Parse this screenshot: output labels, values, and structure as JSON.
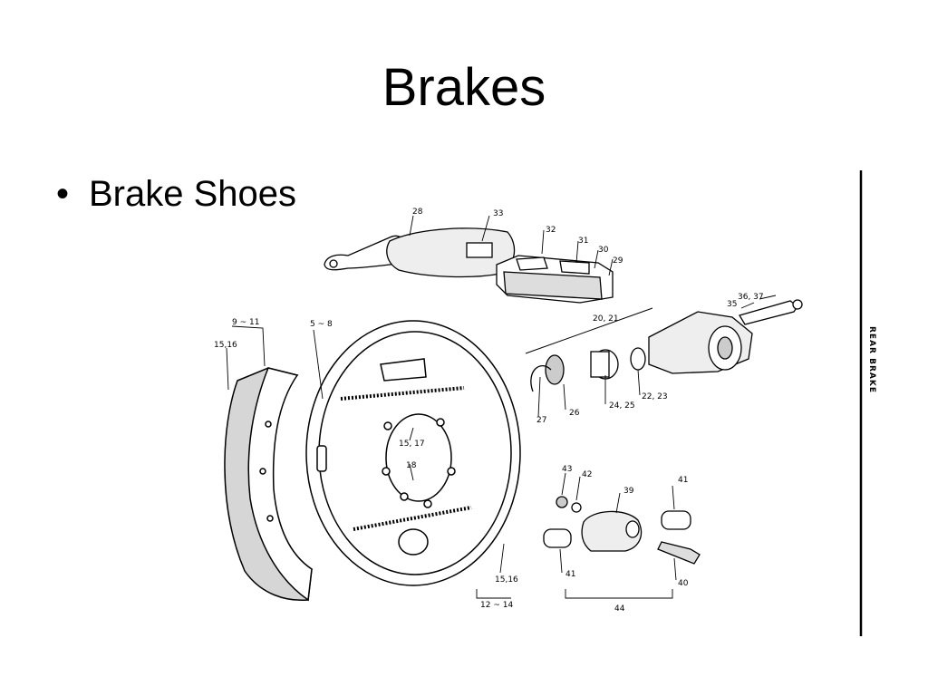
{
  "slide": {
    "title": "Brakes",
    "bullets": [
      {
        "bullet_char": "•",
        "text": "Brake Shoes"
      }
    ]
  },
  "figure": {
    "side_label": "REAR BRAKE",
    "callouts": {
      "c28": "28",
      "c33": "33",
      "c32": "32",
      "c31": "31",
      "c30": "30",
      "c29": "29",
      "c20_21": "20, 21",
      "c35": "35",
      "c36_37": "36, 37",
      "c9_11": "9 ~ 11",
      "c15_16_top": "15,16",
      "c5_8": "5 ~ 8",
      "c15_17": "15, 17",
      "c18": "18",
      "c27": "27",
      "c26": "26",
      "c24_25": "24, 25",
      "c22_23": "22, 23",
      "c43": "43",
      "c42": "42",
      "c39": "39",
      "c41_top": "41",
      "c41_bottom": "41",
      "c40": "40",
      "c44": "44",
      "c15_16_bottom": "15,16",
      "c12_14": "12 ~ 14"
    }
  }
}
